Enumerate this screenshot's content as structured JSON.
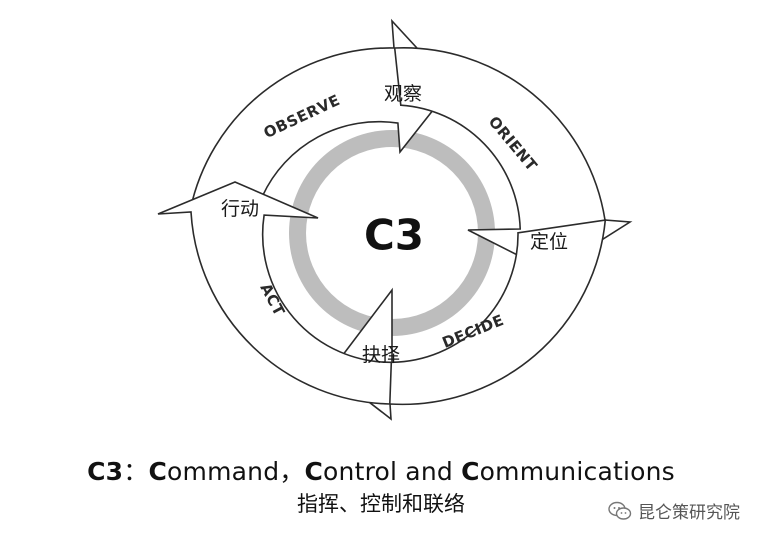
{
  "diagram": {
    "center_label": "C3",
    "phases": [
      {
        "en": "OBSERVE",
        "cn": "观察"
      },
      {
        "en": "ORIENT",
        "cn": "定位"
      },
      {
        "en": "DECIDE",
        "cn": "抉择"
      },
      {
        "en": "ACT",
        "cn": "行动"
      }
    ]
  },
  "caption": {
    "en_parts": [
      {
        "text": "C3",
        "bold": true
      },
      {
        "text": "：",
        "bold": false
      },
      {
        "text": "C",
        "bold": true
      },
      {
        "text": "ommand，",
        "bold": false
      },
      {
        "text": "C",
        "bold": true
      },
      {
        "text": "ontrol and ",
        "bold": false
      },
      {
        "text": "C",
        "bold": true
      },
      {
        "text": "ommunications",
        "bold": false
      }
    ],
    "cn": "指挥、控制和联络"
  },
  "watermark": {
    "icon": "wechat-icon",
    "text": "昆仑策研究院"
  }
}
